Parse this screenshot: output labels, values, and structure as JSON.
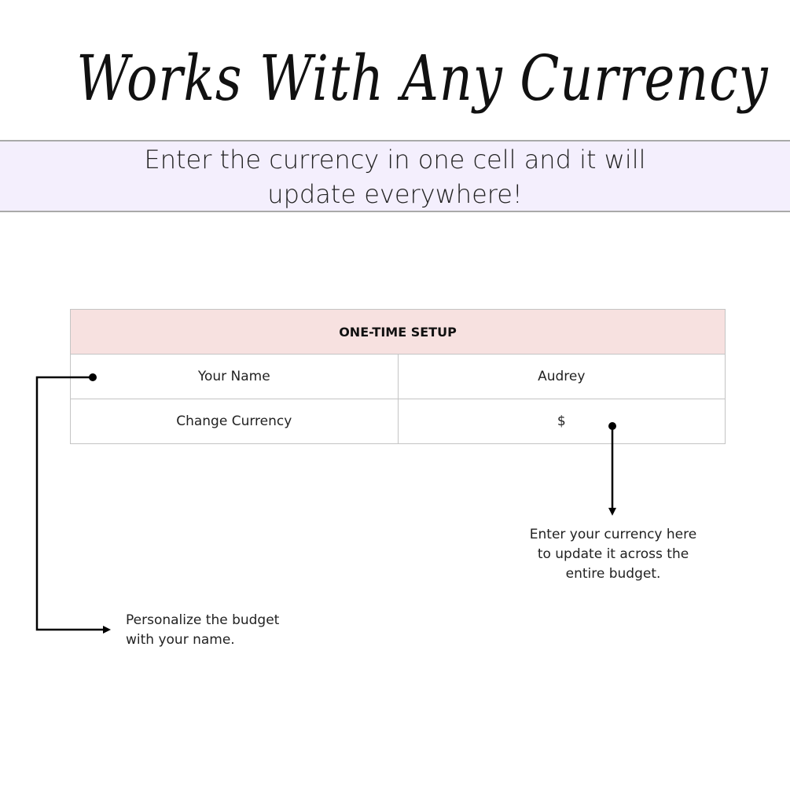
{
  "title": "Works With Any Currency",
  "banner": {
    "line1": "Enter the currency in one cell and it will",
    "line2": "update everywhere!"
  },
  "setup": {
    "header": "ONE-TIME SETUP",
    "rows": [
      {
        "label": "Your Name",
        "value": "Audrey"
      },
      {
        "label": "Change Currency",
        "value": "$"
      }
    ]
  },
  "notes": {
    "currency": [
      "Enter your currency here",
      "to update it across the",
      "entire budget."
    ],
    "name": [
      "Personalize the budget",
      "with your name."
    ]
  }
}
